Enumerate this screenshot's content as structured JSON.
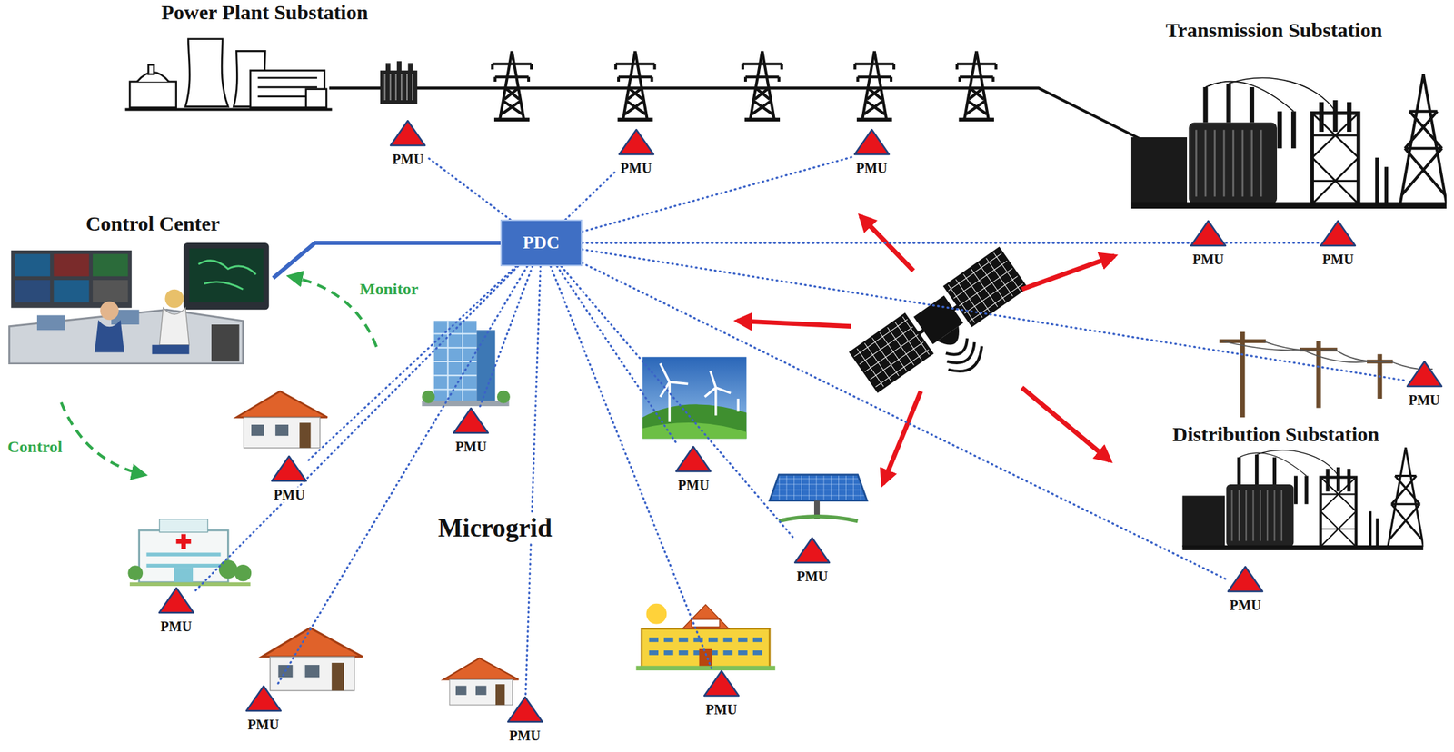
{
  "diagram": {
    "nodes": [
      {
        "text": [
          "PMU"
        ]
      },
      {
        "text": [
          "PMU"
        ]
      },
      {
        "text": [
          "PMU"
        ]
      },
      {
        "text": [
          "Control Center"
        ]
      },
      {
        "text": [
          "PDC"
        ]
      },
      {
        "text": [
          "PMU"
        ]
      },
      {
        "text": [
          "PMU"
        ]
      },
      {
        "text": [
          "PMU"
        ]
      },
      {
        "text": [
          "PMU"
        ]
      },
      {
        "text": [
          "PMU"
        ]
      },
      {
        "text": [
          "PMU"
        ]
      },
      {
        "text": [
          "PMU"
        ]
      },
      {
        "text": [
          "PMU"
        ]
      },
      {
        "text": [
          "PMU"
        ]
      },
      {
        "text": [
          "PMU"
        ]
      },
      {
        "text": [
          "PMU"
        ]
      },
      {
        "text": [
          "PMU"
        ]
      }
    ],
    "edges": [
      {
        "from": 3,
        "to": 4,
        "arrow": "none"
      },
      {
        "from": 4,
        "to": 0,
        "arrow": "none"
      },
      {
        "from": 4,
        "to": 1,
        "arrow": "none"
      },
      {
        "from": 4,
        "to": 2,
        "arrow": "none"
      },
      {
        "from": 4,
        "to": 5,
        "arrow": "none"
      },
      {
        "from": 4,
        "to": 6,
        "arrow": "none"
      },
      {
        "from": 4,
        "to": 7,
        "arrow": "none"
      },
      {
        "from": 4,
        "to": 8,
        "arrow": "none"
      },
      {
        "from": 4,
        "to": 9,
        "arrow": "none"
      },
      {
        "from": 4,
        "to": 10,
        "arrow": "none"
      },
      {
        "from": 4,
        "to": 11,
        "arrow": "none"
      },
      {
        "from": 4,
        "to": 12,
        "arrow": "none"
      },
      {
        "from": 4,
        "to": 13,
        "arrow": "none"
      },
      {
        "from": 4,
        "to": 14,
        "arrow": "none"
      },
      {
        "from": 4,
        "to": 15,
        "arrow": "none"
      },
      {
        "from": 4,
        "to": 16,
        "arrow": "none"
      }
    ],
    "labels": [
      "Power Plant Substation",
      "Transmission Substation",
      "Monitor",
      "Distribution Substation",
      "Control",
      "Microgrid"
    ]
  }
}
